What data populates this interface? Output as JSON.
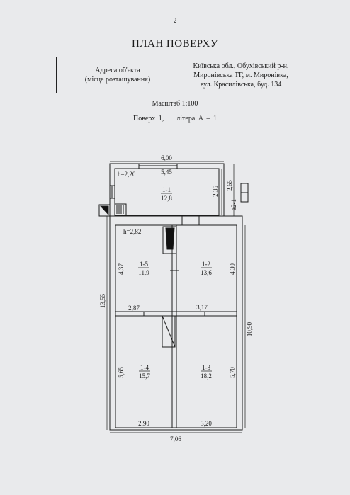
{
  "page_number": "2",
  "title": "ПЛАН ПОВЕРХУ",
  "address": {
    "label_line1": "Адреса об'єкта",
    "label_line2": "(місце розташування)",
    "value_line1": "Київська обл., Обухівський р-н,",
    "value_line2": "Миронівська ТГ, м. Миронівка,",
    "value_line3": "вул. Красилівська, буд. 134"
  },
  "scale": "Масштаб 1:100",
  "floor": "Поверх 1,    літера А – 1",
  "plan": {
    "dim_top": "6,00",
    "dim_top_inner": "5,45",
    "dim_left": "13,55",
    "dim_right": "10,90",
    "dim_bottom": "7,06",
    "annex_height": "h=2,20",
    "main_height": "h=2,82",
    "annex_dim_a": "2,35",
    "annex_dim_b": "2,65",
    "annex_label": "а2-1",
    "rooms": [
      {
        "id": "1-1",
        "area": "12,8"
      },
      {
        "id": "1-2",
        "area": "13,6"
      },
      {
        "id": "1-3",
        "area": "18,2"
      },
      {
        "id": "1-4",
        "area": "15,7"
      },
      {
        "id": "1-5",
        "area": "11,9"
      }
    ],
    "dims": {
      "r5_height": "4,37",
      "r2_height": "4,30",
      "r5_width": "2,87",
      "r2_width": "3,17",
      "r4_height": "5,65",
      "r3_height": "5,70",
      "r4_width": "2,90",
      "r3_width": "3,20"
    }
  }
}
